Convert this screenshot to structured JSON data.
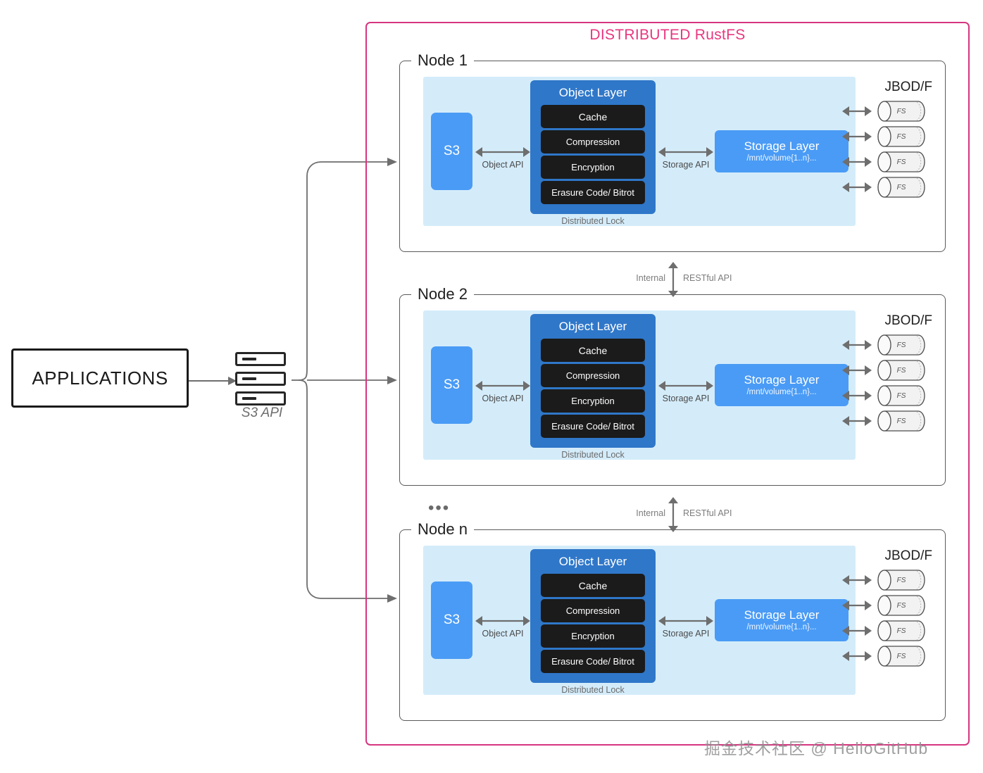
{
  "diagram": {
    "title": "DISTRIBUTED RustFS",
    "title_color": "#e8367f",
    "frame_color": "#d6357f",
    "watermark": "掘金技术社区 @ HelloGitHub"
  },
  "applications": {
    "label": "APPLICATIONS"
  },
  "s3_api": {
    "label": "S3 API",
    "icon": "server-rack-icon"
  },
  "node_template": {
    "s3_label": "S3",
    "object_api_label": "Object API",
    "object_layer_title": "Object Layer",
    "object_layer_items": [
      "Cache",
      "Compression",
      "Encryption",
      "Erasure Code/ Bitrot"
    ],
    "distributed_lock_label": "Distributed Lock",
    "storage_api_label": "Storage API",
    "storage_layer_title": "Storage Layer",
    "storage_layer_path": "/mnt/volume{1..n}...",
    "jbod_label": "JBOD/F",
    "disk_label": "FS",
    "disk_count": 4
  },
  "nodes": [
    {
      "label": "Node 1"
    },
    {
      "label": "Node 2"
    },
    {
      "label": "Node n"
    }
  ],
  "connectors": [
    {
      "left_label": "Internal",
      "right_label": "RESTful API"
    },
    {
      "left_label": "Internal",
      "right_label": "RESTful API"
    }
  ],
  "ellipsis": "•••",
  "colors": {
    "panel_bg": "#d4ecfa",
    "object_layer": "#2f77c9",
    "object_item": "#1b1b1b",
    "s3_box": "#4a9bf5",
    "storage_layer": "#4a9bf5",
    "arrow": "#6e6e6e"
  }
}
